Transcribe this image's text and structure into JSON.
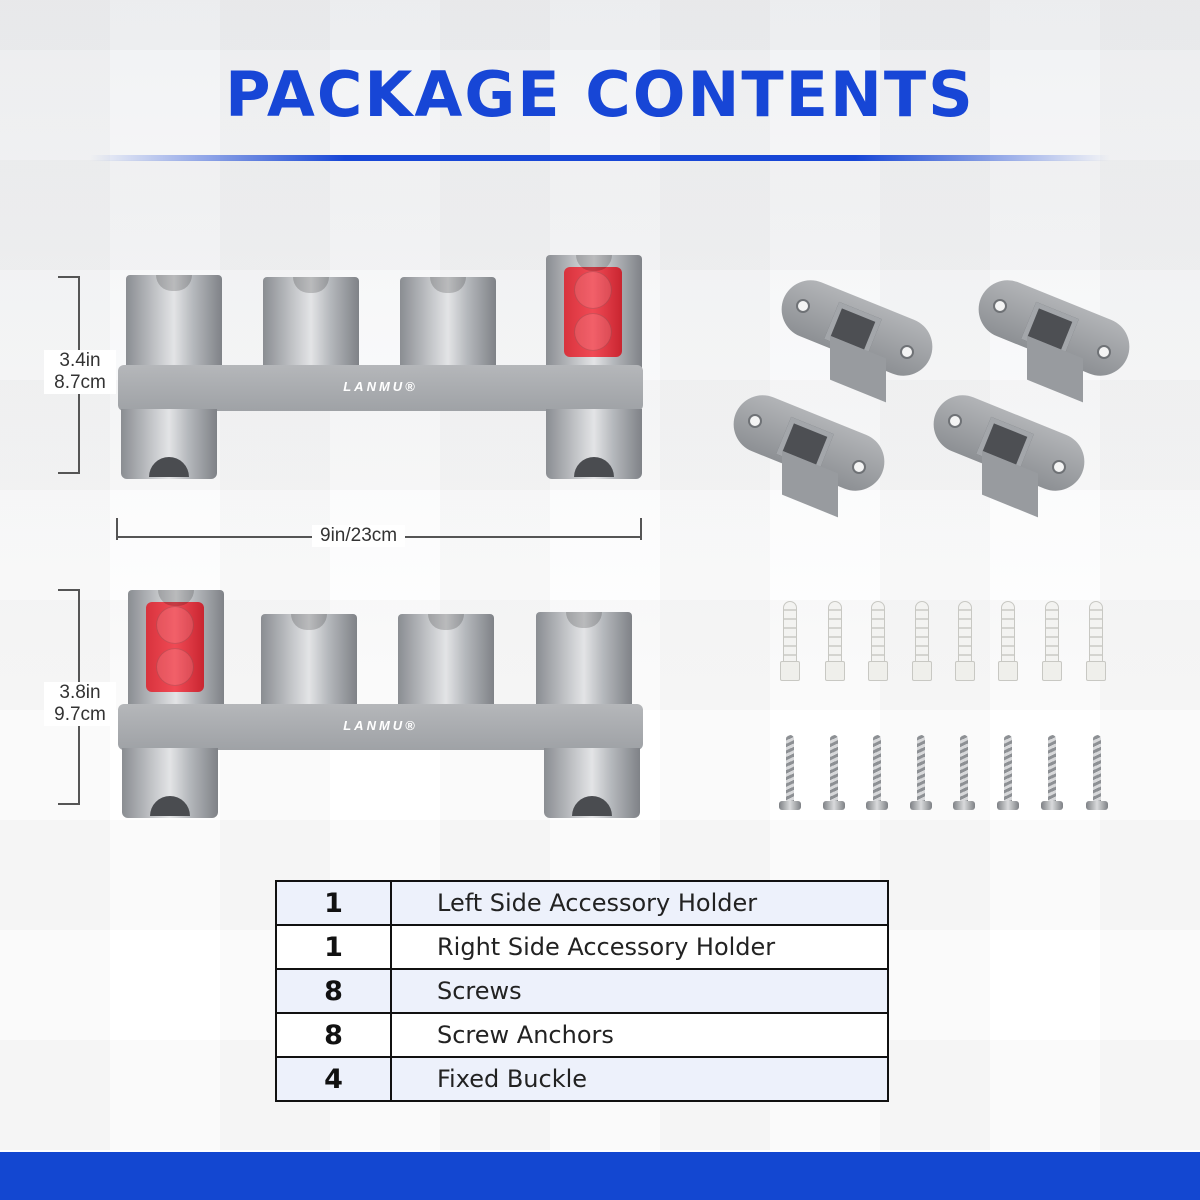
{
  "title": "PACKAGE CONTENTS",
  "dimensions": {
    "top_height_in": "3.4in",
    "top_height_cm": "8.7cm",
    "width": "9in/23cm",
    "bottom_height_in": "3.8in",
    "bottom_height_cm": "9.7cm"
  },
  "brand": "LANMU®",
  "colors": {
    "title": "#1746d6",
    "band": "#1347d1",
    "clip": "#f04a55"
  },
  "contents": [
    {
      "qty": "1",
      "item": "Left Side Accessory Holder"
    },
    {
      "qty": "1",
      "item": "Right Side Accessory Holder"
    },
    {
      "qty": "8",
      "item": "Screws"
    },
    {
      "qty": "8",
      "item": "Screw Anchors"
    },
    {
      "qty": "4",
      "item": "Fixed Buckle"
    }
  ]
}
